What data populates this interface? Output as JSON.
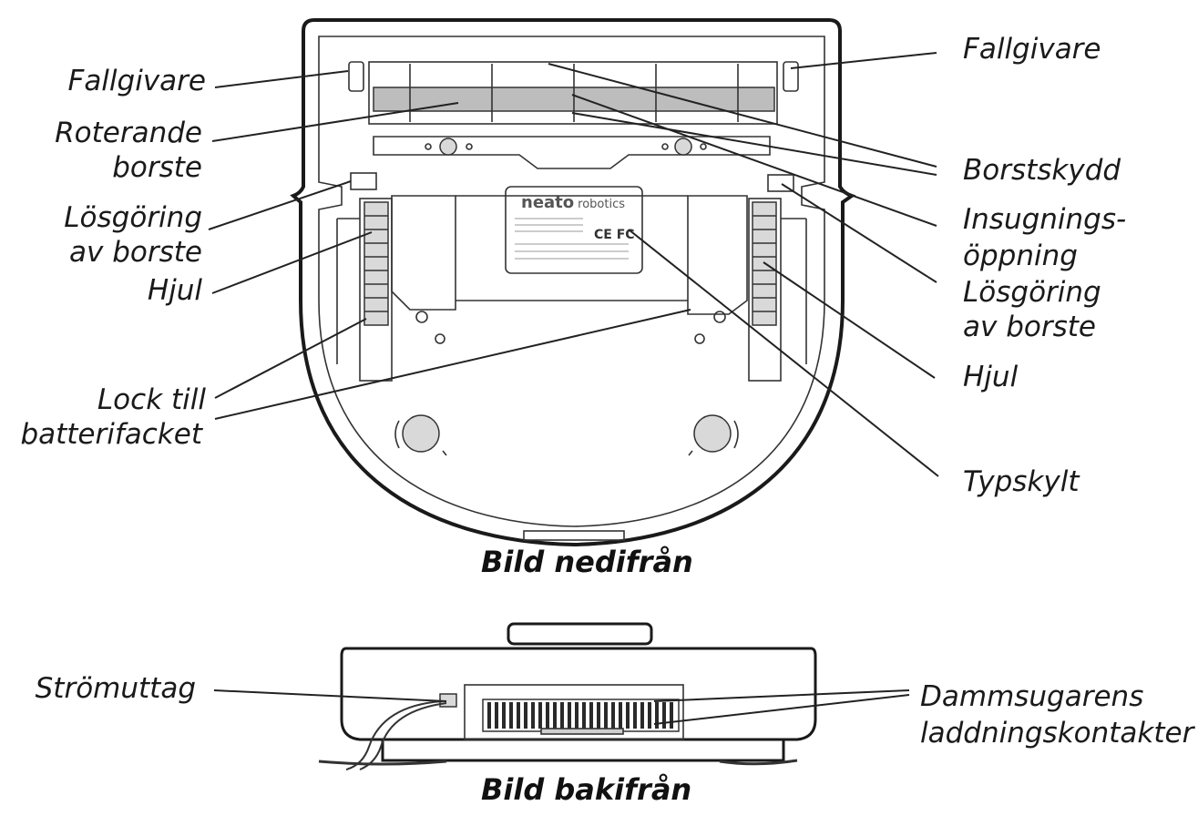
{
  "labels": {
    "left": {
      "fallgivare": "Fallgivare",
      "roterande_1": "Roterande",
      "roterande_2": "borste",
      "losgoring_1": "Lösgöring",
      "losgoring_2": "av borste",
      "hjul": "Hjul",
      "lock_1": "Lock till",
      "lock_2": "batterifacket",
      "stromuttag": "Strömuttag"
    },
    "right": {
      "fallgivare": "Fallgivare",
      "borstskydd": "Borstskydd",
      "insugning_1": "Insugnings-",
      "insugning_2": "öppning",
      "losgoring_1": "Lösgöring",
      "losgoring_2": "av borste",
      "hjul": "Hjul",
      "typskylt": "Typskylt",
      "dammsugarens_1": "Dammsugarens",
      "dammsugarens_2": "laddningskontakter"
    }
  },
  "captions": {
    "bottom_view": "Bild nedifrån",
    "back_view": "Bild bakifrån"
  },
  "nameplate": {
    "brand_bold": "neato",
    "brand_light": "robotics",
    "marks": "CE FC"
  }
}
